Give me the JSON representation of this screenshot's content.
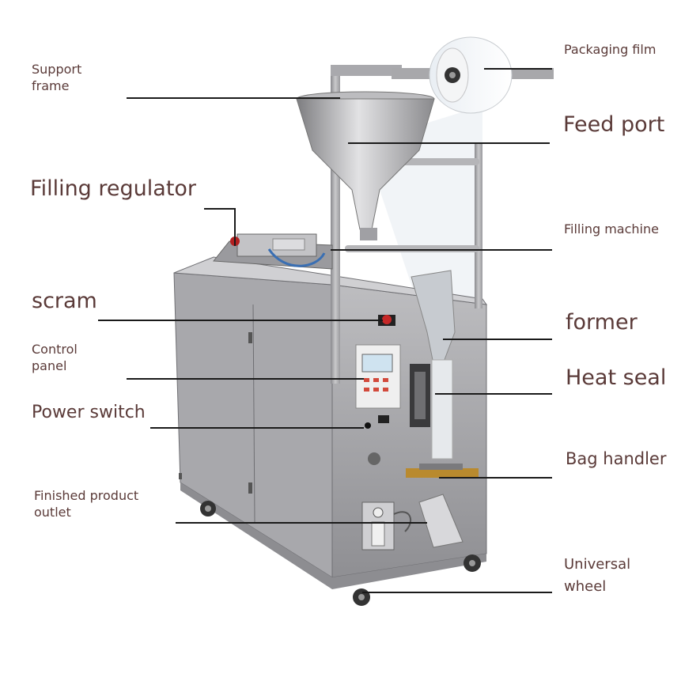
{
  "labels": {
    "support_frame": [
      "Support",
      "frame"
    ],
    "packaging_film": "Packaging film",
    "feed_port": "Feed port",
    "filling_regulator": "Filling regulator",
    "filling_machine": "Filling machine",
    "scram": "scram",
    "former": "former",
    "control_panel": [
      "Control",
      "panel"
    ],
    "heat_seal": "Heat seal",
    "power_switch": "Power switch",
    "bag_handler": "Bag handler",
    "finished_product_outlet": [
      "Finished product",
      "outlet"
    ],
    "universal_wheel": [
      "Universal",
      "wheel"
    ]
  },
  "colors": {
    "label_text": "#5a3a38",
    "leader_line": "#1a1a1a",
    "steel_light": "#c9c9cb",
    "steel_dark": "#8a8a8e"
  }
}
